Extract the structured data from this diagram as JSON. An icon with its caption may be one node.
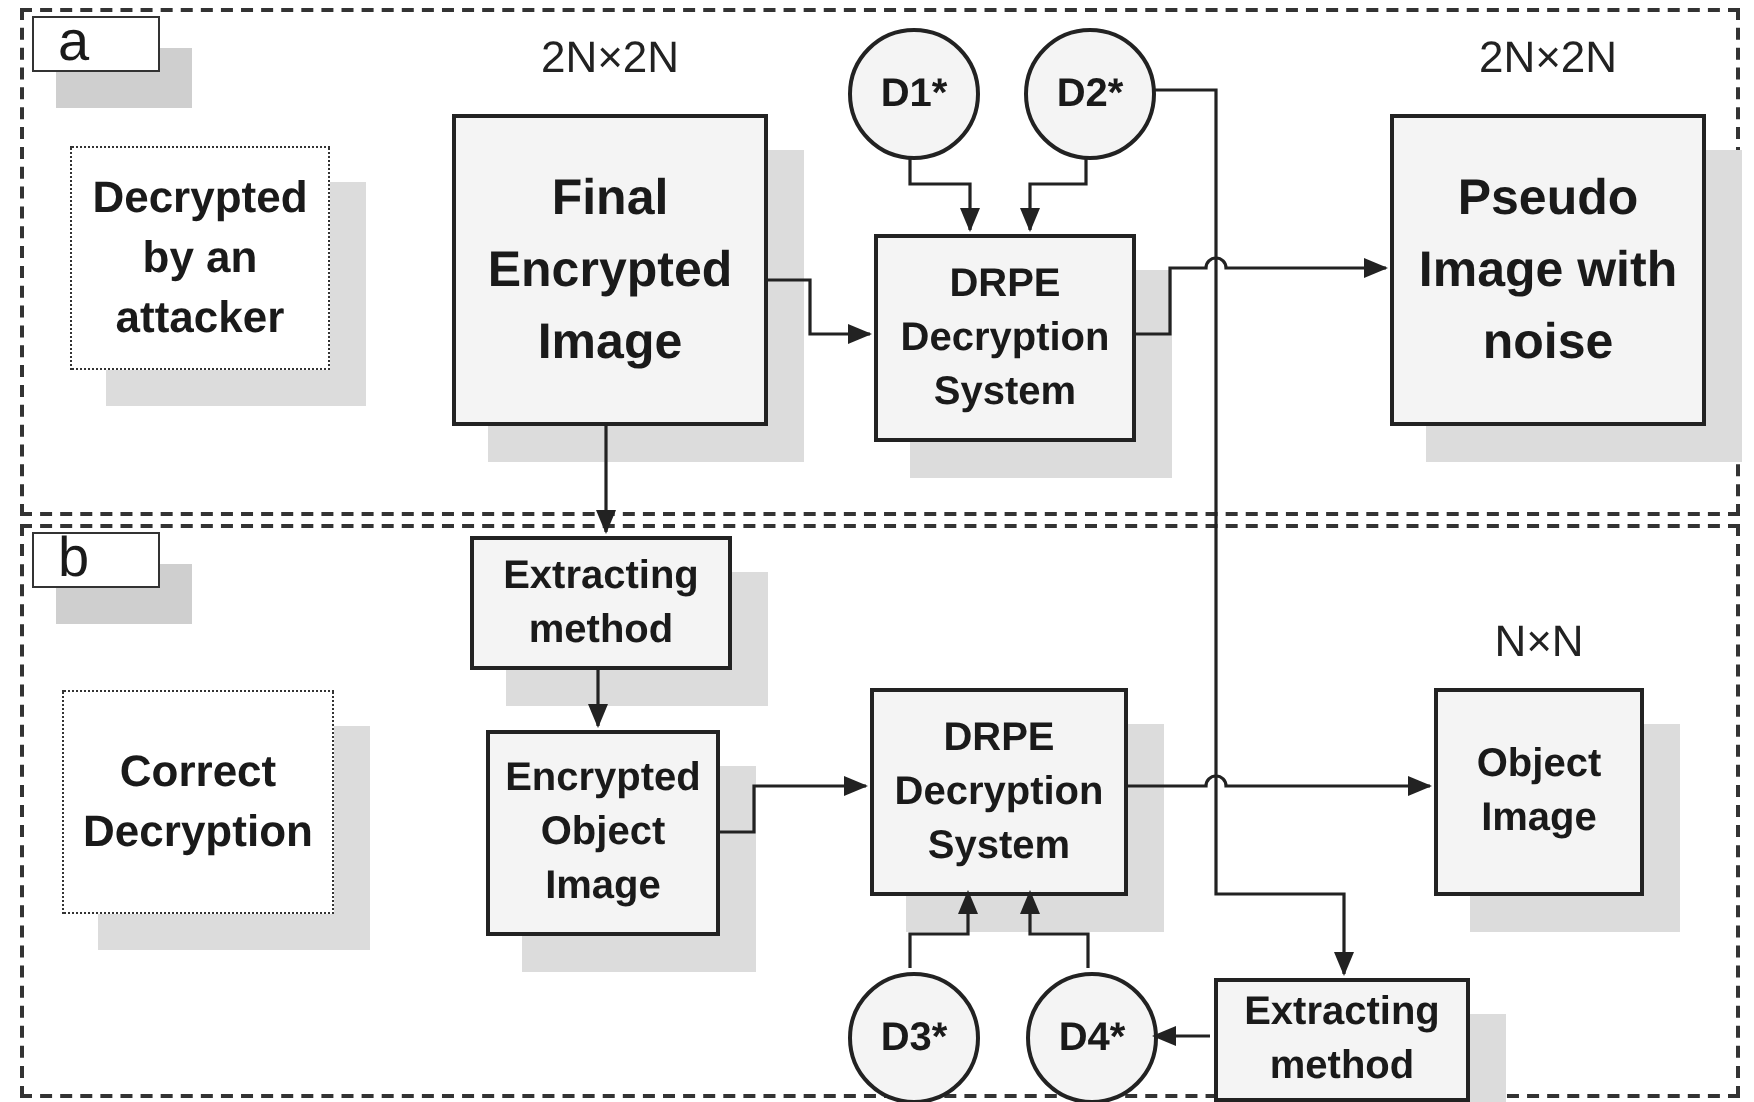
{
  "diagram": {
    "nodes": [
      {
        "text": [
          "a"
        ]
      },
      {
        "text": [
          "Decrypted by an attacker"
        ],
        "in": 0
      },
      {
        "text": [
          "Final Encrypted Image"
        ],
        "in": 0,
        "beside": [
          "2N×2N"
        ]
      },
      {
        "text": [
          "D1*"
        ],
        "in": 0
      },
      {
        "text": [
          "D2*"
        ],
        "in": 0
      },
      {
        "text": [
          "DRPE Decryption System"
        ],
        "in": 0
      },
      {
        "text": [
          "Pseudo Image with noise"
        ],
        "in": 0,
        "beside": [
          "2N×2N"
        ]
      },
      {
        "text": [
          "b"
        ]
      },
      {
        "text": [
          "Correct Decryption"
        ],
        "in": 7
      },
      {
        "text": [
          "Extracting method"
        ],
        "in": 7
      },
      {
        "text": [
          "Encrypted Object Image"
        ],
        "in": 7
      },
      {
        "text": [
          "DRPE Decryption System"
        ],
        "in": 7
      },
      {
        "text": [
          "Object Image"
        ],
        "in": 7,
        "beside": [
          "N×N"
        ]
      },
      {
        "text": [
          "D3*"
        ],
        "in": 7
      },
      {
        "text": [
          "D4*"
        ],
        "in": 7
      },
      {
        "text": [
          "Extracting method"
        ],
        "in": 7
      }
    ],
    "edges": [
      {
        "from": 2,
        "to": 5,
        "arrow": "to"
      },
      {
        "from": 3,
        "to": 5,
        "arrow": "to"
      },
      {
        "from": 4,
        "to": 5,
        "arrow": "to"
      },
      {
        "from": 5,
        "to": 6,
        "arrow": "to"
      },
      {
        "from": 2,
        "to": 9,
        "arrow": "to"
      },
      {
        "from": 9,
        "to": 10,
        "arrow": "to"
      },
      {
        "from": 10,
        "to": 11,
        "arrow": "to"
      },
      {
        "from": 11,
        "to": 12,
        "arrow": "to"
      },
      {
        "from": 13,
        "to": 11,
        "arrow": "to"
      },
      {
        "from": 14,
        "to": 11,
        "arrow": "to"
      },
      {
        "from": 4,
        "to": 15,
        "arrow": "to"
      },
      {
        "from": 15,
        "to": 14,
        "arrow": "to"
      }
    ]
  }
}
